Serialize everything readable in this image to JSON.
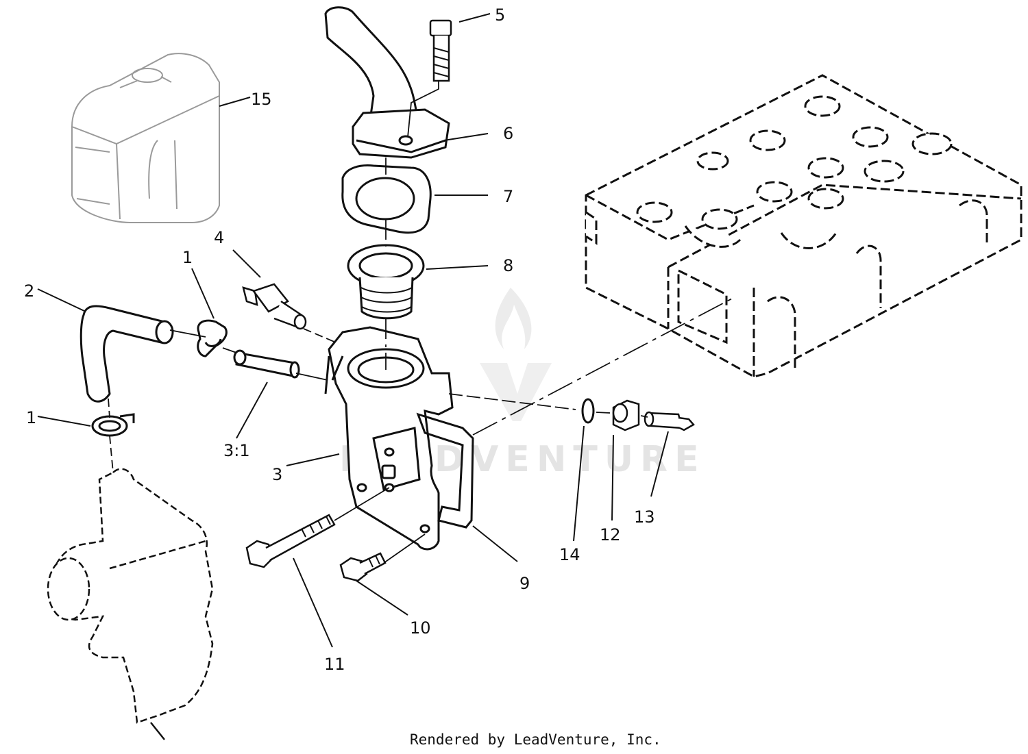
{
  "callouts": {
    "c1a": "1",
    "c1b": "1",
    "c2": "2",
    "c3": "3",
    "c3_1": "3:1",
    "c4": "4",
    "c5": "5",
    "c6": "6",
    "c7": "7",
    "c8": "8",
    "c9": "9",
    "c10": "10",
    "c11": "11",
    "c12": "12",
    "c13": "13",
    "c14": "14",
    "c15": "15"
  },
  "watermark": "LEADVENTURE",
  "footer": "Rendered by LeadVenture, Inc.",
  "colors": {
    "line": "#111111",
    "part_faint": "#9a9a9a",
    "watermark": "#cfcfcf"
  }
}
